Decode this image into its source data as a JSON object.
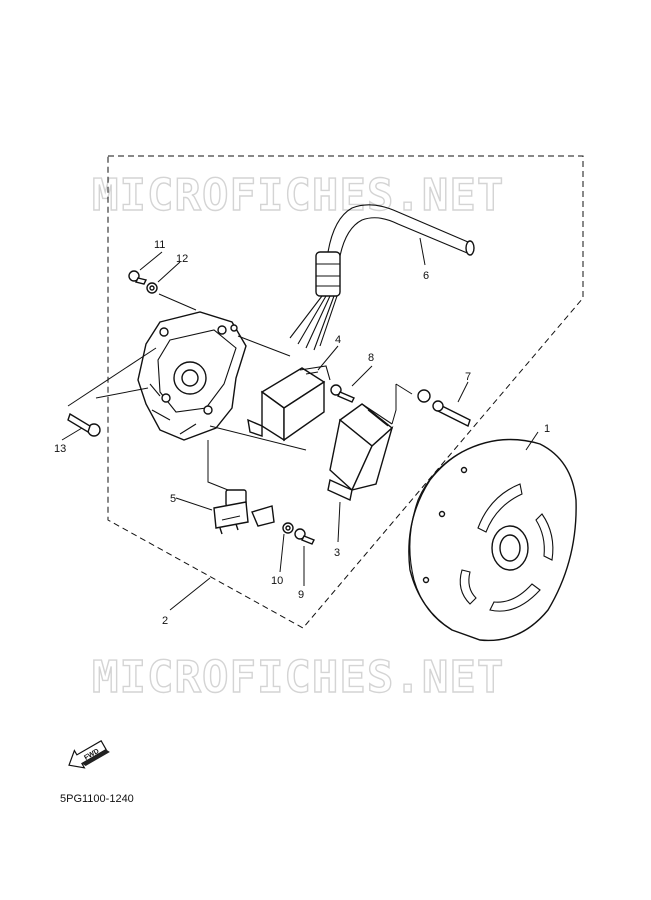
{
  "watermark_text": "MICROFICHES.NET",
  "figure_code": "5PG1100-1240",
  "fwd_label": "FWD",
  "callouts": {
    "c1": "1",
    "c2": "2",
    "c3": "3",
    "c4": "4",
    "c5": "5",
    "c6": "6",
    "c7": "7",
    "c8": "8",
    "c9": "9",
    "c10": "10",
    "c11": "11",
    "c12": "12",
    "c13": "13"
  }
}
